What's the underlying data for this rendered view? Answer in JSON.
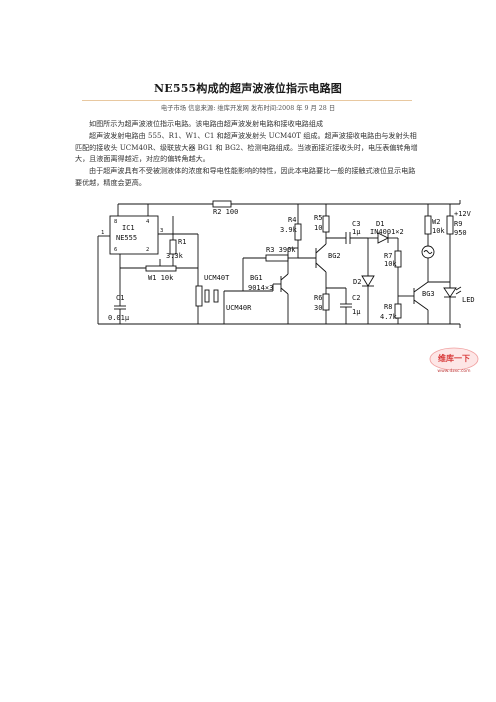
{
  "document": {
    "title": "NE555构成的超声波液位指示电路图",
    "meta": "电子市场  信息来源: 维库开发网  发布时间:2008 年 9 月 28 日",
    "paragraphs": [
      "如图所示为超声波液位指示电路。该电路由超声波发射电路和接收电路组成",
      "超声波发射电路由 555、R1、W1、C1 和超声波发射头 UCM40T 组成。超声波接收电路由与发射头相匹配的接收头 UCM40R、级联放大器 BG1 和 BG2、检测电路组成。当液面接近接收头时，电压表偏转角增大，且液面离得越近，对应的偏转角越大。",
      "由于超声波具有不受被测液体的浓度和导电性能影响的特性，因此本电路要比一般的接触式液位显示电路要优越，精度会更高。"
    ]
  },
  "circuit": {
    "labels": {
      "r2": "R2  100",
      "ic1": "IC1",
      "ne555": "NE555",
      "pin8": "8",
      "pin4": "4",
      "pin1": "1",
      "pin3": "3",
      "pin6": "6",
      "pin2": "2",
      "r1": "R1",
      "r1v": "3.3k",
      "w1": "W1 10k",
      "c1": "C1",
      "c1v": "0.01μ",
      "ucm40t": "UCM40T",
      "ucm40r": "UCM40R",
      "r4": "R4",
      "r4v": "3.9k",
      "r3": "R3 390k",
      "bg1": "BG1",
      "bg1v": "9014×3",
      "r5": "R5",
      "r5v": "10",
      "bg2": "BG2",
      "r6": "R6",
      "r6v": "30",
      "c2": "C2",
      "c2v": "1μ",
      "c3": "C3",
      "c3v": "1μ",
      "d1": "D1",
      "d1v": "IN4001×2",
      "d2": "D2",
      "r7": "R7",
      "r7v": "10k",
      "r8": "R8",
      "r8v": "4.7k",
      "w2": "W2",
      "w2v": "10k",
      "r9": "R9",
      "r9v": "950",
      "bg3": "BG3",
      "led": "LED",
      "vcc": "+12V"
    }
  },
  "watermark": {
    "text": "维库一下",
    "url": "www.dzsc.com"
  }
}
